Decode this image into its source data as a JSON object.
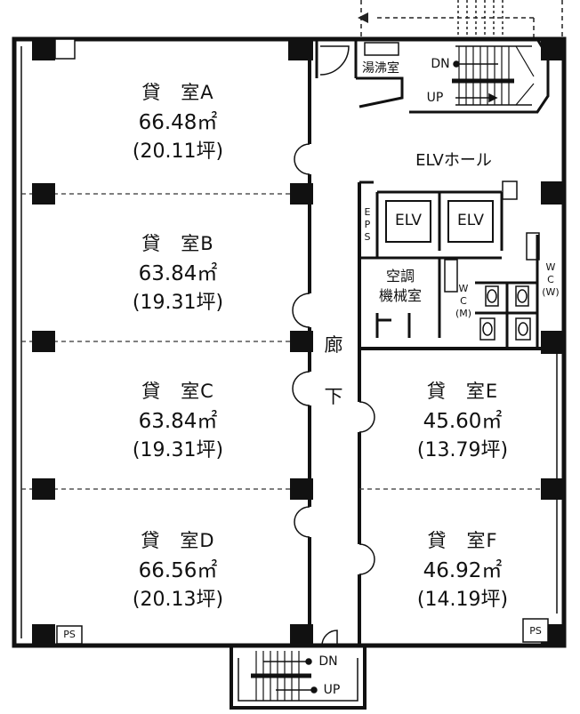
{
  "rooms": [
    {
      "name": "貸　室A",
      "area": "66.48㎡",
      "tsubo": "(20.11坪)"
    },
    {
      "name": "貸　室B",
      "area": "63.84㎡",
      "tsubo": "(19.31坪)"
    },
    {
      "name": "貸　室C",
      "area": "63.84㎡",
      "tsubo": "(19.31坪)"
    },
    {
      "name": "貸　室D",
      "area": "66.56㎡",
      "tsubo": "(20.13坪)"
    },
    {
      "name": "貸　室E",
      "area": "45.60㎡",
      "tsubo": "(13.79坪)"
    },
    {
      "name": "貸　室F",
      "area": "46.92㎡",
      "tsubo": "(14.19坪)"
    }
  ],
  "labels": {
    "kitchenette": "湯沸室",
    "elv_hall": "ELVホール",
    "elv": "ELV",
    "eps": [
      "E",
      "P",
      "S"
    ],
    "machine_room": [
      "空調",
      "機械室"
    ],
    "wc_m": [
      "W",
      "C",
      "(M)"
    ],
    "wc_w": [
      "W",
      "C",
      "(W)"
    ],
    "corridor": [
      "廊",
      "下"
    ],
    "ps": "PS",
    "dn": "DN",
    "up": "UP"
  }
}
